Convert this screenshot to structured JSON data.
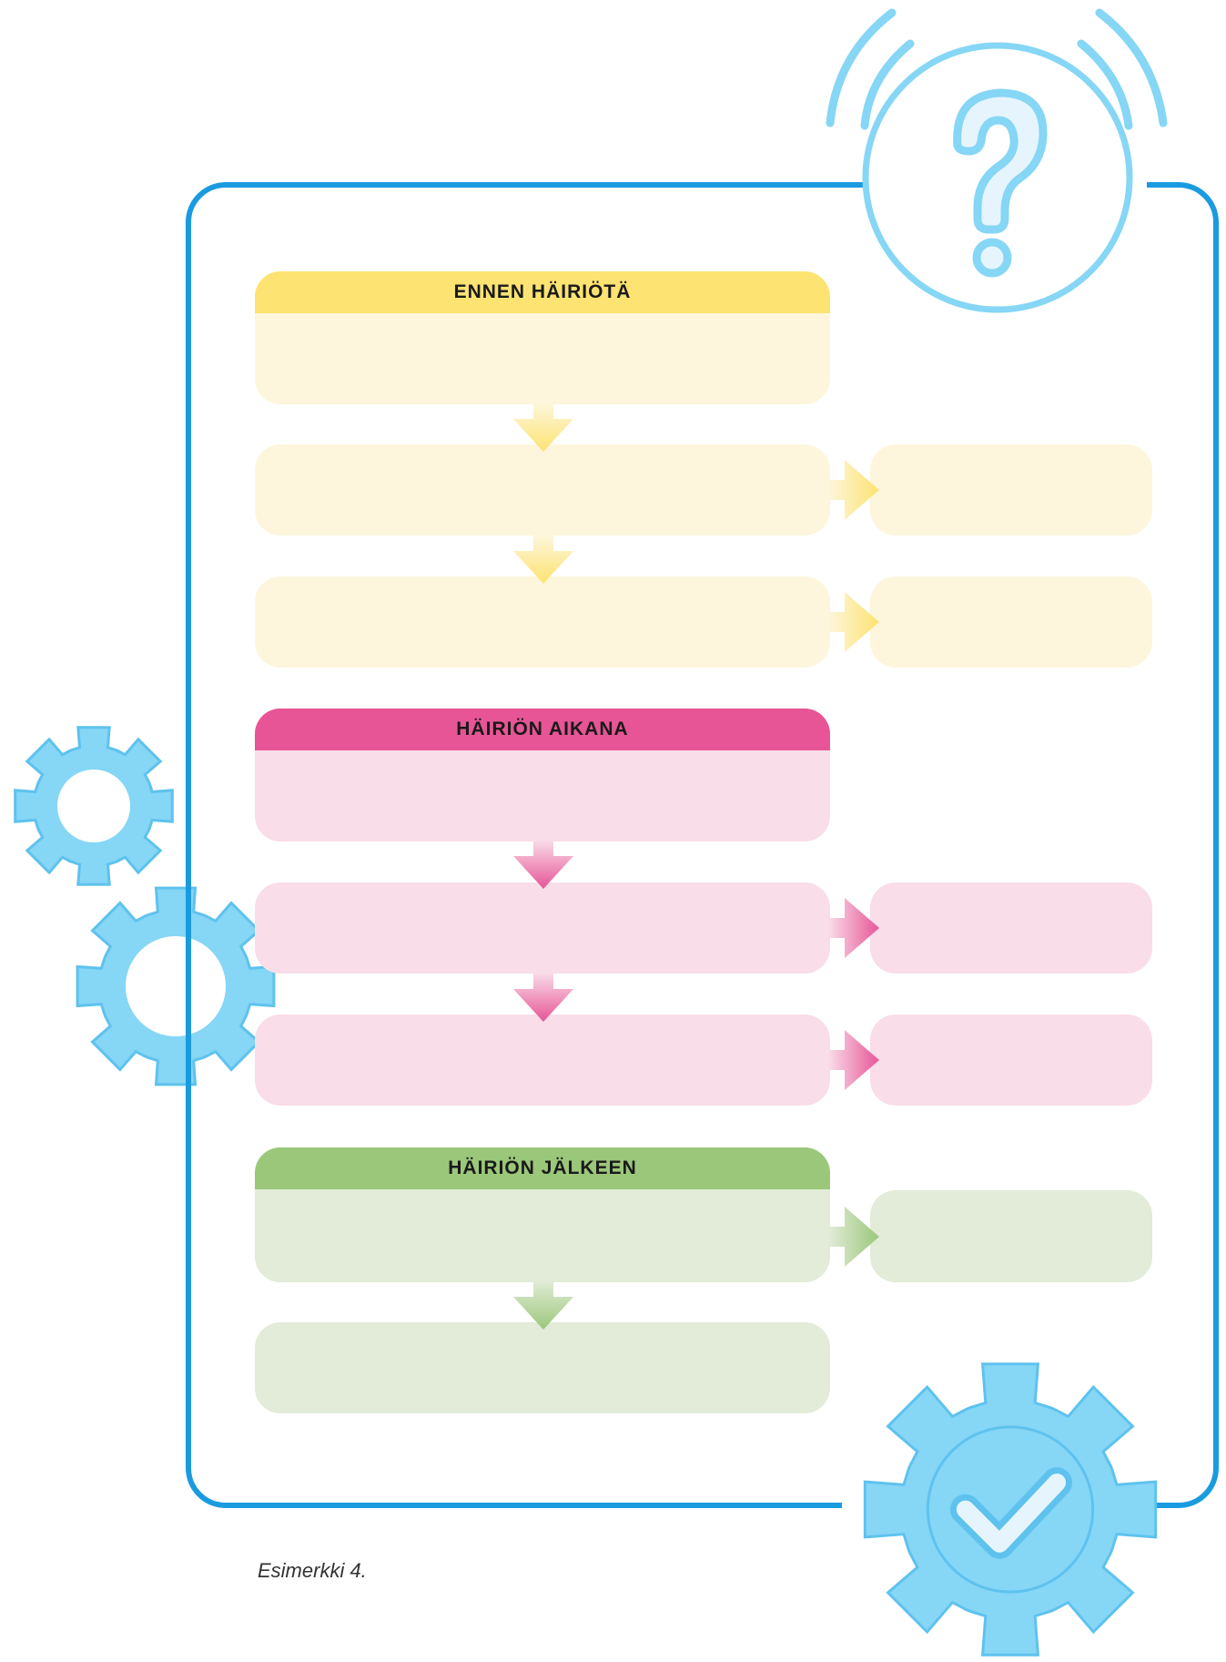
{
  "colors": {
    "frame": "#1a9be0",
    "decoration": "#86d6f5",
    "decoration_light": "#e6f5fd",
    "yellow_header": "#fde372",
    "yellow_fill": "#fdf6dc",
    "pink_header": "#e75596",
    "pink_fill": "#f9dde9",
    "green_header": "#9bc77a",
    "green_fill": "#e2ecd8"
  },
  "sections": [
    {
      "key": "before",
      "label": "ENNEN HÄIRIÖTÄ",
      "color": "yellow"
    },
    {
      "key": "during",
      "label": "HÄIRIÖN AIKANA",
      "color": "pink"
    },
    {
      "key": "after",
      "label": "HÄIRIÖN JÄLKEEN",
      "color": "green"
    }
  ],
  "caption": "Esimerkki 4.",
  "icons": [
    "question-bubble-icon",
    "gear-icon",
    "gear-check-icon"
  ]
}
